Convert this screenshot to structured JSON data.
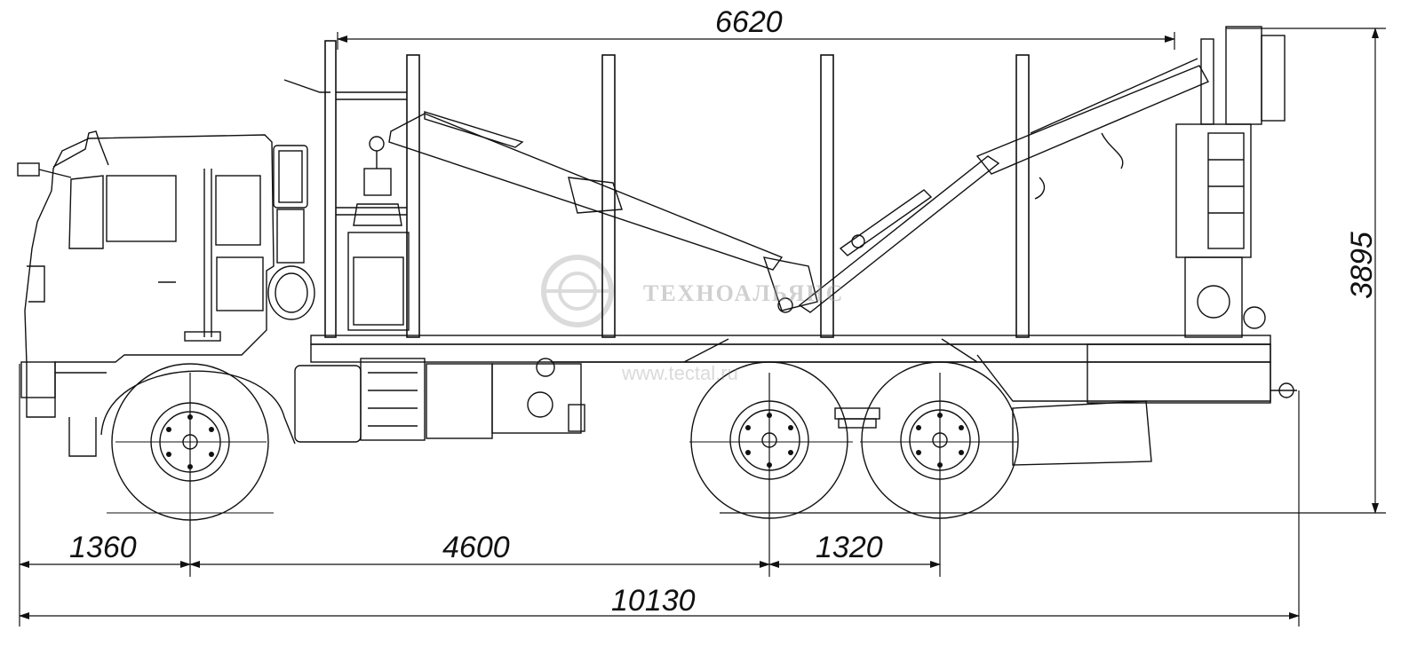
{
  "dimensions": {
    "top_length": "6620",
    "front_overhang": "1360",
    "wheelbase": "4600",
    "rear_axle_spacing": "1320",
    "overall_length": "10130",
    "overall_height": "3895"
  },
  "watermark": {
    "brand": "ТЕХНОАЛЬЯНС",
    "url": "www.tectal.ru"
  },
  "colors": {
    "line": "#1a1a1a",
    "watermark": "#9a9a9a"
  }
}
